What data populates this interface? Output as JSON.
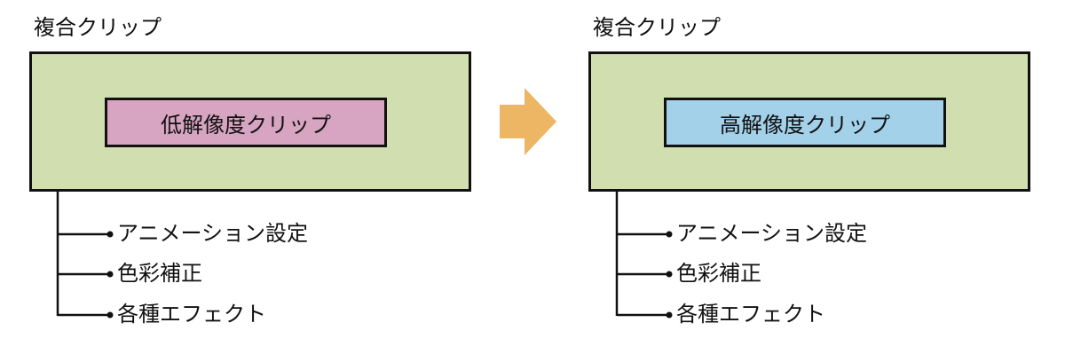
{
  "colors": {
    "outer_fill": "#d0deb0",
    "low_res_fill": "#d7a4c1",
    "high_res_fill": "#a2d1e9",
    "arrow": "#ecb664",
    "line": "#111111"
  },
  "left": {
    "title": "複合クリップ",
    "inner_label": "低解像度クリップ",
    "items": [
      "アニメーション設定",
      "色彩補正",
      "各種エフェクト"
    ]
  },
  "arrow_icon": "right-arrow-icon",
  "right": {
    "title": "複合クリップ",
    "inner_label": "高解像度クリップ",
    "items": [
      "アニメーション設定",
      "色彩補正",
      "各種エフェクト"
    ]
  }
}
